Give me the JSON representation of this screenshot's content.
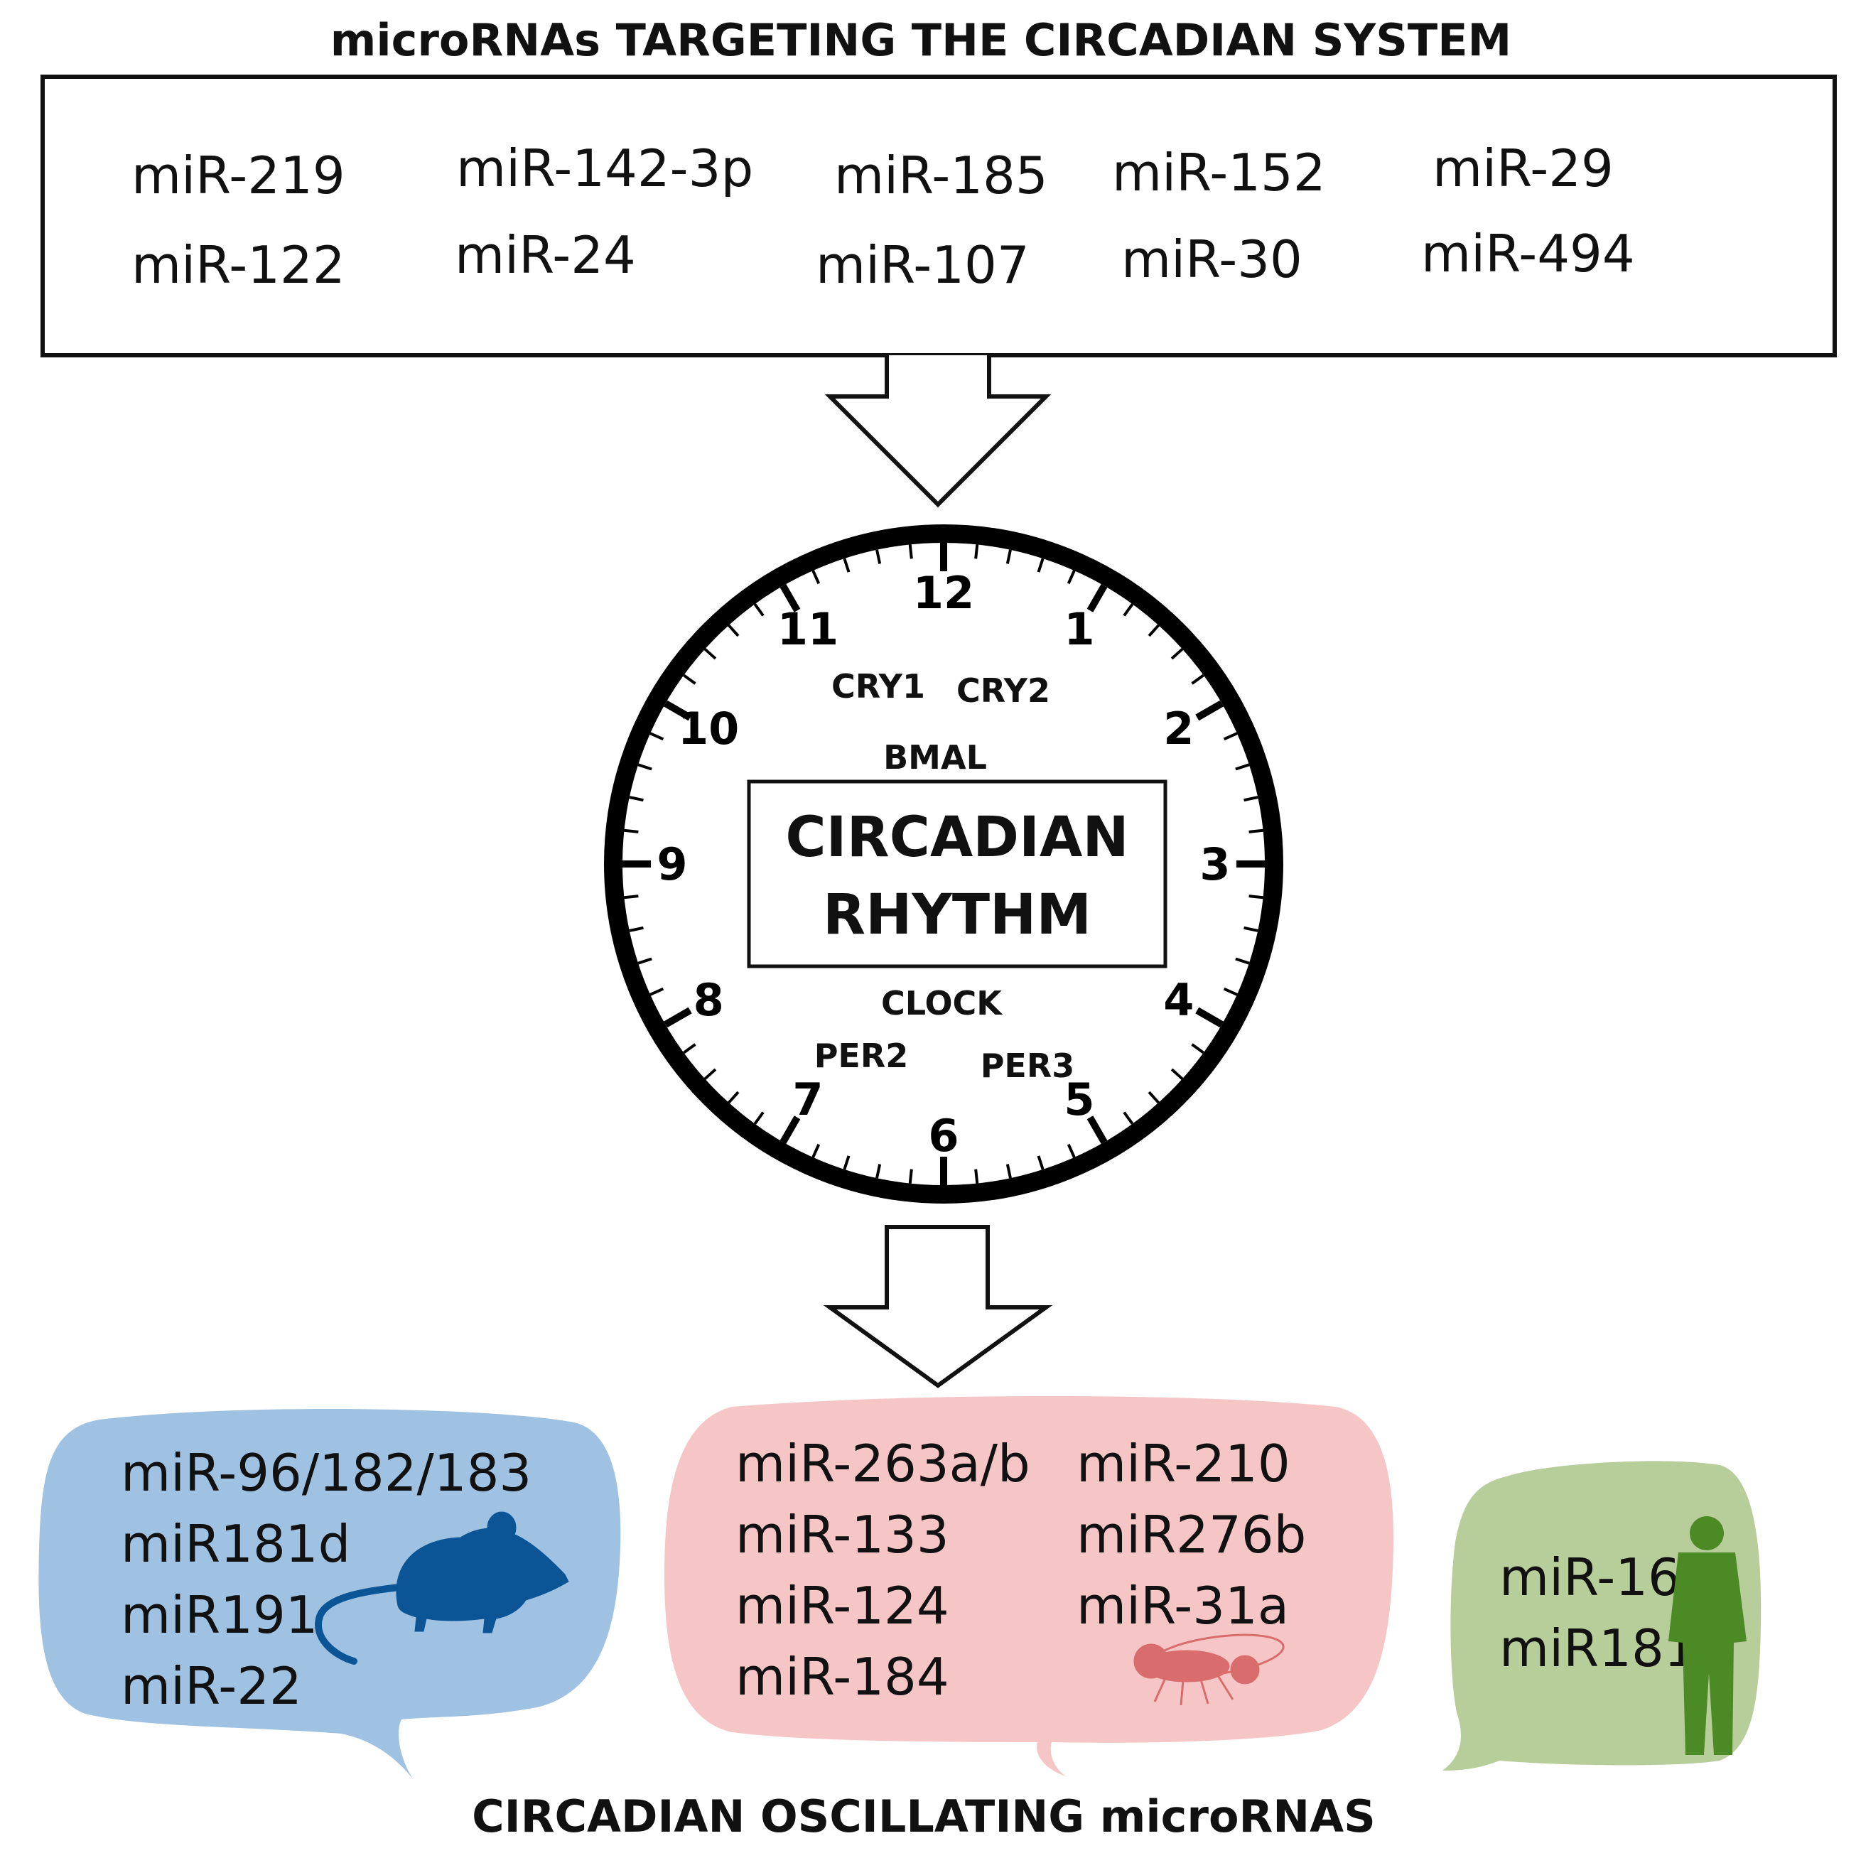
{
  "top_title": "microRNAs TARGETING THE CIRCADIAN SYSTEM",
  "targeting_mirnas": [
    "miR-219",
    "miR-142-3p",
    "miR-185",
    "miR-152",
    "miR-29",
    "miR-122",
    "miR-24",
    "miR-107",
    "miR-30",
    "miR-494"
  ],
  "clock": {
    "numbers": [
      "12",
      "1",
      "2",
      "3",
      "4",
      "5",
      "6",
      "7",
      "8",
      "9",
      "10",
      "11"
    ],
    "genes": [
      "CRY1",
      "CRY2",
      "BMAL",
      "CLOCK",
      "PER2",
      "PER3"
    ],
    "center_line1": "CIRCADIAN",
    "center_line2": "RHYTHM"
  },
  "bubbles": {
    "mouse": {
      "items": [
        "miR-96/182/183",
        "miR181d",
        "miR191",
        "miR-22"
      ],
      "fill": "#9fc2e3",
      "icon_color": "#0b5596",
      "icon": "mouse-icon"
    },
    "fly": {
      "left_items": [
        "miR-263a/b",
        "miR-133",
        "miR-124",
        "miR-184"
      ],
      "right_items": [
        "miR-210",
        "miR276b",
        "miR-31a"
      ],
      "fill": "#f6c6c6",
      "icon_color": "#d96c6c",
      "icon": "fly-icon"
    },
    "human": {
      "items": [
        "miR-16",
        "miR181"
      ],
      "fill": "#b7cd9a",
      "icon_color": "#4c8a26",
      "icon": "human-icon"
    }
  },
  "bottom_title": "CIRCADIAN OSCILLATING microRNAS"
}
